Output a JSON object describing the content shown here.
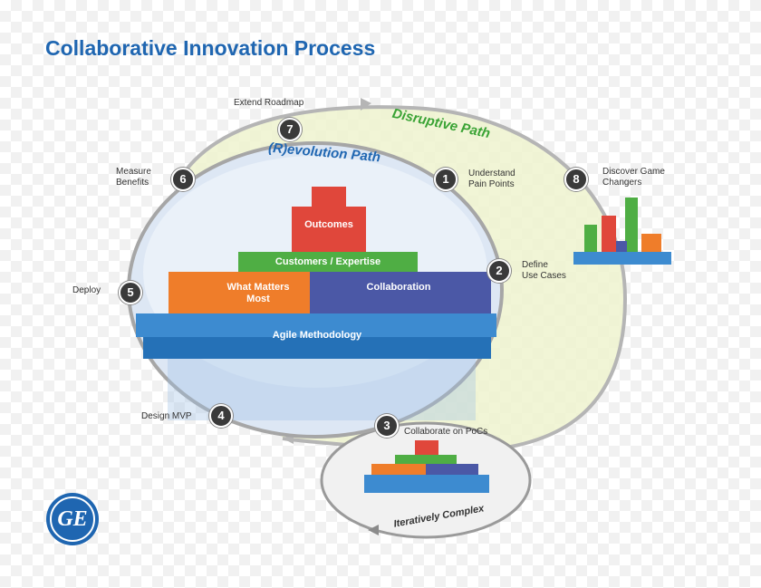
{
  "title": "Collaborative Innovation Process",
  "paths": {
    "disruptive": "Disruptive Path",
    "revolution": "(R)evolution Path",
    "iterative": "Iteratively Complex"
  },
  "steps": [
    {
      "number": "1",
      "label": "Understand\nPain Points"
    },
    {
      "number": "2",
      "label": "Define\nUse Cases"
    },
    {
      "number": "3",
      "label": "Collaborate on PoCs"
    },
    {
      "number": "4",
      "label": "Design MVP"
    },
    {
      "number": "5",
      "label": "Deploy"
    },
    {
      "number": "6",
      "label": "Measure\nBenefits"
    },
    {
      "number": "7",
      "label": "Extend Roadmap"
    },
    {
      "number": "8",
      "label": "Discover Game\nChangers"
    }
  ],
  "pyramid": {
    "top": "Outcomes",
    "row2": "Customers / Expertise",
    "row3_left": "What Matters\nMost",
    "row3_right": "Collaboration",
    "base": "Agile Methodology"
  },
  "logo": {
    "text": "GE"
  },
  "colors": {
    "title": "#1f66b1",
    "disruptive": "#3aa335",
    "revolution": "#1f66b1",
    "outcomes": "#e0473b",
    "customers": "#4fae44",
    "what_matters": "#ef7d2a",
    "collaboration": "#4b58a6",
    "agile": "#2f7fc6"
  }
}
